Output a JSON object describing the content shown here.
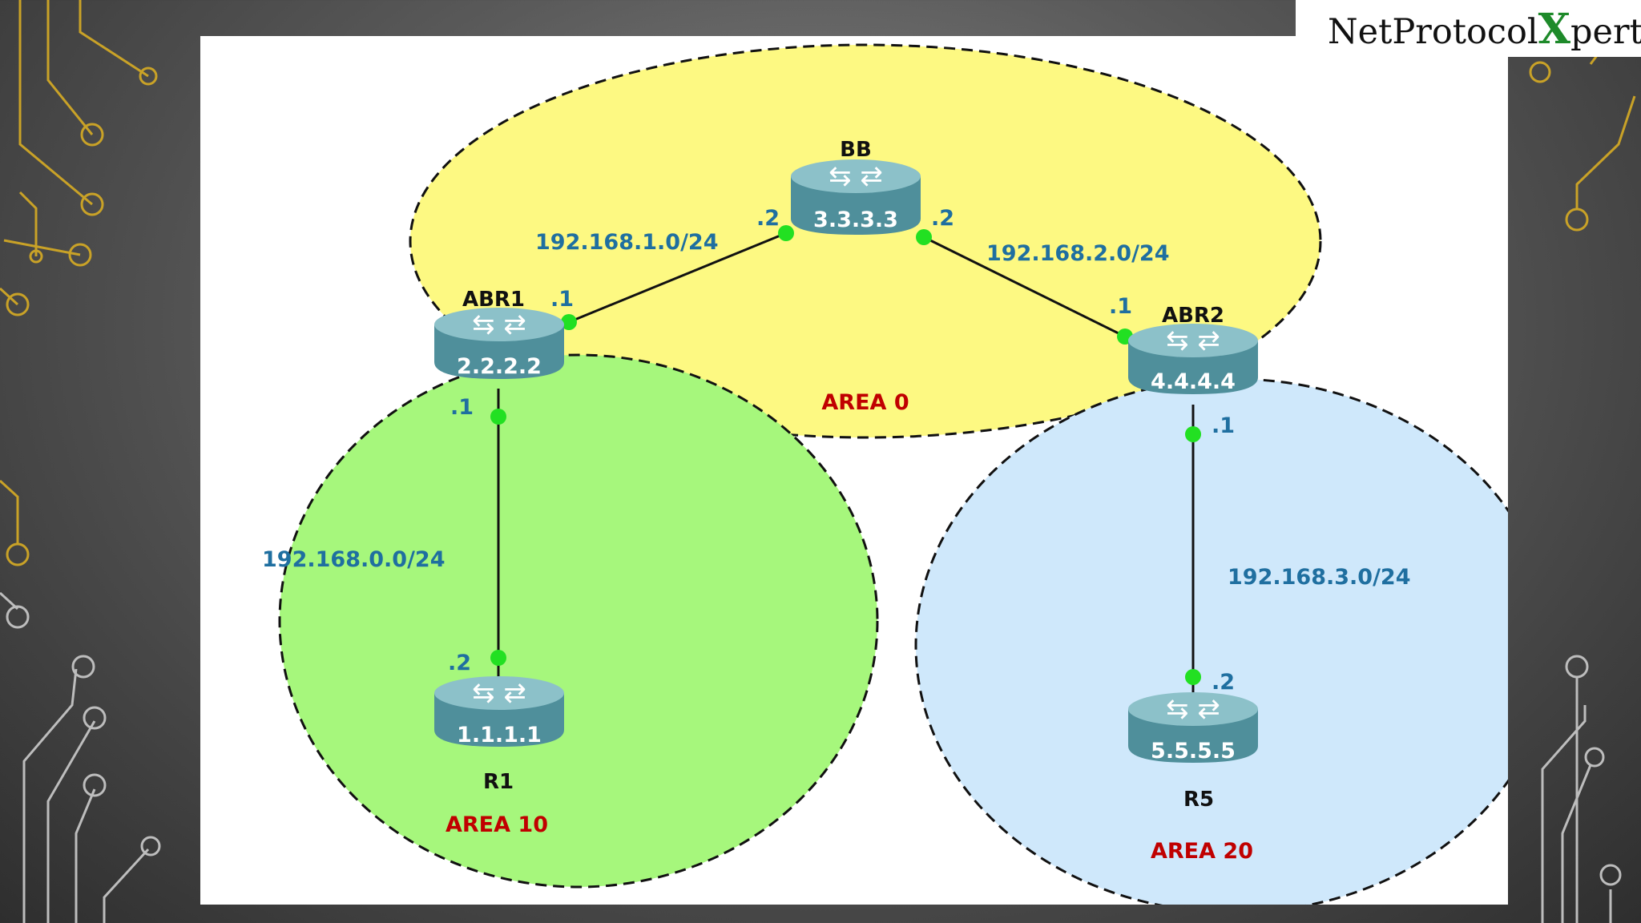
{
  "logo": {
    "part1": "NetProtocol",
    "part2": "X",
    "part3": "pert"
  },
  "areas": {
    "area0": "AREA 0",
    "area10": "AREA 10",
    "area20": "AREA 20"
  },
  "routers": {
    "bb": {
      "name": "BB",
      "id": "3.3.3.3"
    },
    "abr1": {
      "name": "ABR1",
      "id": "2.2.2.2"
    },
    "abr2": {
      "name": "ABR2",
      "id": "4.4.4.4"
    },
    "r1": {
      "name": "R1",
      "id": "1.1.1.1"
    },
    "r5": {
      "name": "R5",
      "id": "5.5.5.5"
    }
  },
  "networks": {
    "net1": "192.168.1.0/24",
    "net2": "192.168.2.0/24",
    "net0": "192.168.0.0/24",
    "net3": "192.168.3.0/24"
  },
  "interfaces": {
    "bb_net1": ".2",
    "bb_net2": ".2",
    "abr1_net1": ".1",
    "abr1_net0": ".1",
    "abr2_net2": ".1",
    "abr2_net3": ".1",
    "r1_net0": ".2",
    "r5_net3": ".2"
  },
  "colors": {
    "area0": "#fdf982",
    "area10": "#a6f77c",
    "area20": "#cfe8fb",
    "link_dot": "#22e022",
    "router_body": "#5f9faa"
  }
}
